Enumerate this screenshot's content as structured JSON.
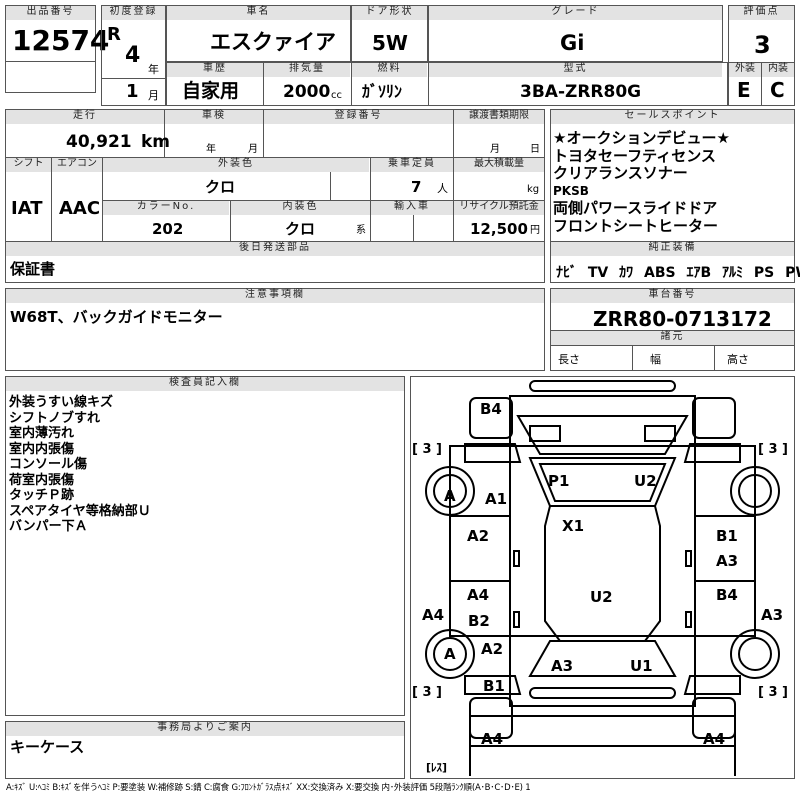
{
  "header": {
    "lot_no_label": "出品番号",
    "lot_no": "12574",
    "first_reg_label": "初度登録",
    "era": "R",
    "year": "4",
    "year_unit": "年",
    "month": "1",
    "month_unit": "月",
    "car_name_label": "車名",
    "car_name": "エスクァイア",
    "door_label": "ドア形状",
    "door": "5W",
    "grade_label": "グレード",
    "grade": "Gi",
    "score_label": "評価点",
    "score": "3",
    "history_label": "車歴",
    "history": "自家用",
    "displacement_label": "排気量",
    "displacement": "2000",
    "displacement_unit": "cc",
    "fuel_label": "燃料",
    "fuel": "ｶﾞｿﾘﾝ",
    "model_label": "型式",
    "model": "3BA-ZRR80G",
    "exterior_label": "外装",
    "exterior": "E",
    "interior_label": "内装",
    "interior": "C"
  },
  "row2": {
    "mileage_label": "走行",
    "mileage": "40,921",
    "mileage_unit": "km",
    "inspection_label": "車検",
    "insp_year_unit": "年",
    "insp_month_unit": "月",
    "plate_label": "登録番号",
    "transfer_label": "譲渡書類期限",
    "transfer_month_unit": "月",
    "transfer_day_unit": "日",
    "shift_label": "シフト",
    "shift": "IAT",
    "aircon_label": "エアコン",
    "aircon": "AAC",
    "ext_color_label": "外装色",
    "ext_color": "クロ",
    "seats_label": "乗車定員",
    "seats": "7",
    "seats_unit": "人",
    "load_label": "最大積載量",
    "load_unit": "kg",
    "color_no_label": "カラーNo.",
    "color_no": "202",
    "int_color_label": "内装色",
    "int_color": "クロ",
    "int_color_unit": "系",
    "import_label": "輸入車",
    "recycle_label": "リサイクル預託金",
    "recycle": "12,500",
    "recycle_unit": "円",
    "later_label": "後日発送部品",
    "later": "保証書"
  },
  "sales": {
    "label": "セールスポイント",
    "lines": [
      "★オークションデビュー★",
      "トヨタセーフティセンス",
      "クリアランスソナー",
      "PKSB",
      "両側パワースライドドア",
      "フロントシートヒーター"
    ]
  },
  "equipment": {
    "label": "純正装備",
    "items": [
      "ﾅﾋﾞ",
      "TV",
      "ｶﾜ",
      "ABS",
      "ｴｱB",
      "ｱﾙﾐ",
      "PS",
      "PW"
    ]
  },
  "notes": {
    "label": "注意事項欄",
    "text": "W68T、バックガイドモニター"
  },
  "chassis": {
    "label": "車台番号",
    "value": "ZRR80-0713172",
    "spec_label": "諸元",
    "length_label": "長さ",
    "width_label": "幅",
    "height_label": "高さ"
  },
  "inspector": {
    "label": "検査員記入欄",
    "lines": [
      "外装うすい線キズ",
      "シフトノブすれ",
      "室内薄汚れ",
      "室内内張傷",
      "コンソール傷",
      "荷室内張傷",
      "タッチＰ跡",
      "スペアタイヤ等格納部Ｕ",
      "バンパー下Ａ"
    ]
  },
  "office": {
    "label": "事務局よりご案内",
    "text": "キーケース"
  },
  "diagram": {
    "tread_fl": "[ 3 ]",
    "tread_fr": "[ 3 ]",
    "tread_rl": "[ 3 ]",
    "tread_rr": "[ 3 ]",
    "spare": "[ﾚｽ]",
    "marks": [
      "B4",
      "P1",
      "U2",
      "A1",
      "X1",
      "A2",
      "B1",
      "A3",
      "A4",
      "B2",
      "U2",
      "A4",
      "B4",
      "A3",
      "A",
      "A",
      "A2",
      "A3",
      "U1",
      "B1",
      "A4",
      "A4"
    ]
  },
  "legend": "A:ｷｽﾞ U:ﾍｺﾐ B:ｷｽﾞを伴うﾍｺﾐ P:要塗装 W:補修跡 S:錆 C:腐食 G:ﾌﾛﾝﾄｶﾞﾗｽ点ｷｽﾞ XX:交換済み X:要交換  内･外装評価 5段階ﾗﾝｸ順(A･B･C･D･E) 1"
}
